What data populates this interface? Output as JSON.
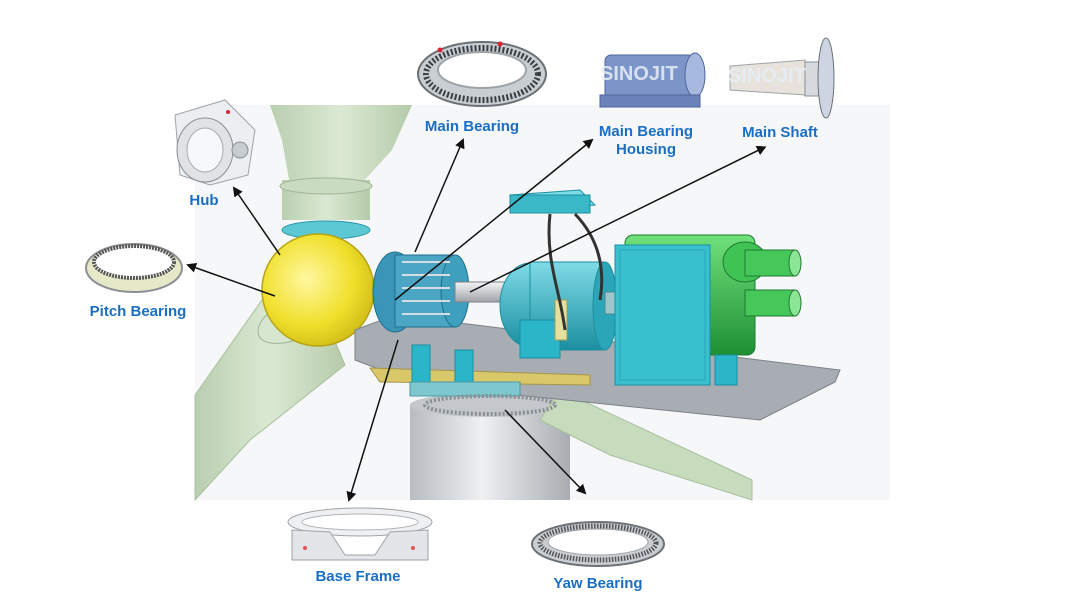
{
  "labels": {
    "hub": "Hub",
    "pitch_bearing": "Pitch Bearing",
    "main_bearing": "Main Bearing",
    "main_bearing_housing_line1": "Main Bearing",
    "main_bearing_housing_line2": "Housing",
    "main_shaft": "Main Shaft",
    "base_frame": "Base Frame",
    "yaw_bearing": "Yaw Bearing"
  },
  "watermark": "SINOJIT",
  "colors": {
    "label": "#1a6fc4",
    "blade": "#cfe0c4",
    "hub": "#f2e63a",
    "teal": "#2ab6c8",
    "green": "#35b84a",
    "frame": "#9aa0a6",
    "tower": "#d7dadd",
    "arrow": "#111111"
  }
}
